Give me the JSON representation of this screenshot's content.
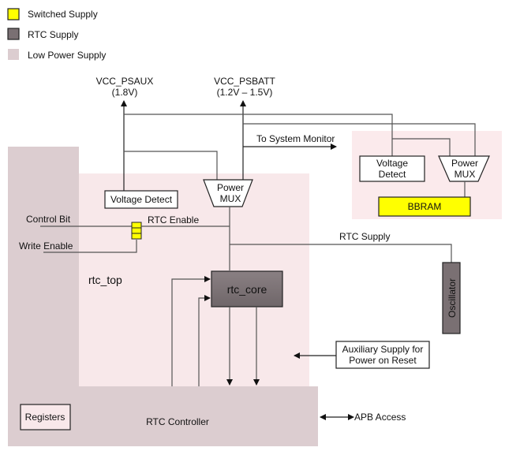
{
  "legend": {
    "items": [
      {
        "label": "Switched Supply",
        "color": "#ffff00"
      },
      {
        "label": "RTC Supply",
        "color": "#7a7073"
      },
      {
        "label": "Low Power Supply",
        "color": "#dccdd0"
      }
    ]
  },
  "colors": {
    "low_power": "#dccdd0",
    "rtc_top_bg": "#f8e8ea",
    "bbram_region_bg": "#fbeaec",
    "rtc_supply": "#7a7073",
    "switched": "#ffff00",
    "line": "#555555"
  },
  "supplies": {
    "vcc_psaux": {
      "name": "VCC_PSAUX",
      "voltage": "(1.8V)"
    },
    "vcc_psbatt": {
      "name": "VCC_PSBATT",
      "voltage": "(1.2V – 1.5V)"
    }
  },
  "labels": {
    "to_system_monitor": "To System Monitor",
    "rtc_enable": "RTC Enable",
    "control_bit": "Control Bit",
    "write_enable": "Write Enable",
    "rtc_supply": "RTC Supply",
    "rtc_top": "rtc_top",
    "apb_access": "APB Access"
  },
  "blocks": {
    "voltage_detect_main": "Voltage Detect",
    "power_mux_main": [
      "Power",
      "MUX"
    ],
    "voltage_detect_bbram": [
      "Voltage",
      "Detect"
    ],
    "power_mux_bbram": [
      "Power",
      "MUX"
    ],
    "bbram": "BBRAM",
    "rtc_core": "rtc_core",
    "oscillator": "Oscillator",
    "aux_supply": [
      "Auxiliary Supply for",
      "Power on Reset"
    ],
    "registers": "Registers",
    "rtc_controller": "RTC Controller"
  }
}
